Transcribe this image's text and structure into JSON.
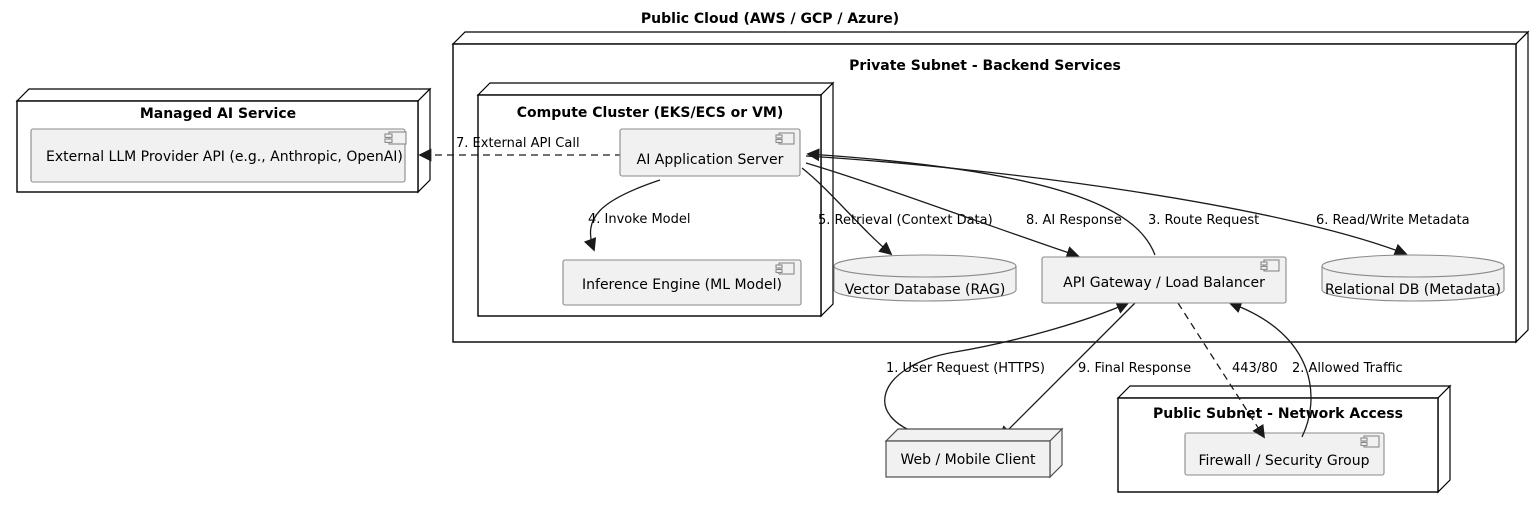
{
  "diagram": {
    "title": "Public Cloud (AWS / GCP / Azure)",
    "type": "uml-deployment-diagram"
  },
  "containers": {
    "managed_ai_service": {
      "title": "Managed AI Service"
    },
    "private_subnet": {
      "title": "Private Subnet - Backend Services"
    },
    "compute_cluster": {
      "title": "Compute Cluster (EKS/ECS or VM)"
    },
    "public_subnet": {
      "title": "Public Subnet - Network Access"
    }
  },
  "components": {
    "external_llm": {
      "label": "External LLM Provider API (e.g., Anthropic, OpenAI)",
      "icon": "component-icon"
    },
    "ai_app_server": {
      "label": "AI Application Server",
      "icon": "component-icon"
    },
    "inference_engine": {
      "label": "Inference Engine (ML Model)",
      "icon": "component-icon"
    },
    "api_gateway": {
      "label": "API Gateway / Load Balancer",
      "icon": "component-icon"
    },
    "firewall": {
      "label": "Firewall / Security Group",
      "icon": "component-icon"
    },
    "vector_db": {
      "label": "Vector Database (RAG)",
      "icon": "database-cylinder"
    },
    "relational_db": {
      "label": "Relational DB (Metadata)",
      "icon": "database-cylinder"
    },
    "web_client": {
      "label": "Web / Mobile Client",
      "icon": "node-box"
    }
  },
  "edges": [
    {
      "id": "e1",
      "label": "1. User Request (HTTPS)",
      "from": "web_client",
      "to": "api_gateway",
      "style": "solid"
    },
    {
      "id": "e2",
      "label": "2. Allowed Traffic",
      "from": "firewall",
      "to": "api_gateway",
      "style": "solid"
    },
    {
      "id": "e3",
      "label": "3. Route Request",
      "from": "api_gateway",
      "to": "ai_app_server",
      "style": "solid"
    },
    {
      "id": "e4",
      "label": "4. Invoke Model",
      "from": "ai_app_server",
      "to": "inference_engine",
      "style": "solid"
    },
    {
      "id": "e5",
      "label": "5. Retrieval (Context Data)",
      "from": "ai_app_server",
      "to": "vector_db",
      "style": "solid"
    },
    {
      "id": "e6",
      "label": "6. Read/Write Metadata",
      "from": "ai_app_server",
      "to": "relational_db",
      "style": "solid"
    },
    {
      "id": "e7",
      "label": "7. External API Call",
      "from": "ai_app_server",
      "to": "external_llm",
      "style": "dashed"
    },
    {
      "id": "e8",
      "label": "8. AI Response",
      "from": "ai_app_server",
      "to": "api_gateway",
      "style": "solid"
    },
    {
      "id": "e9",
      "label": "9. Final Response",
      "from": "api_gateway",
      "to": "web_client",
      "style": "solid"
    },
    {
      "id": "e10",
      "label": "443/80",
      "from": "api_gateway",
      "to": "firewall",
      "style": "dashed"
    }
  ],
  "colors": {
    "background": "#ffffff",
    "node_fill": "#ffffff",
    "component_fill": "#f1f1f1",
    "component_stroke": "#8a8a8a",
    "node_stroke": "#000000",
    "edge_stroke": "#1a1a1a",
    "text": "#000000"
  }
}
